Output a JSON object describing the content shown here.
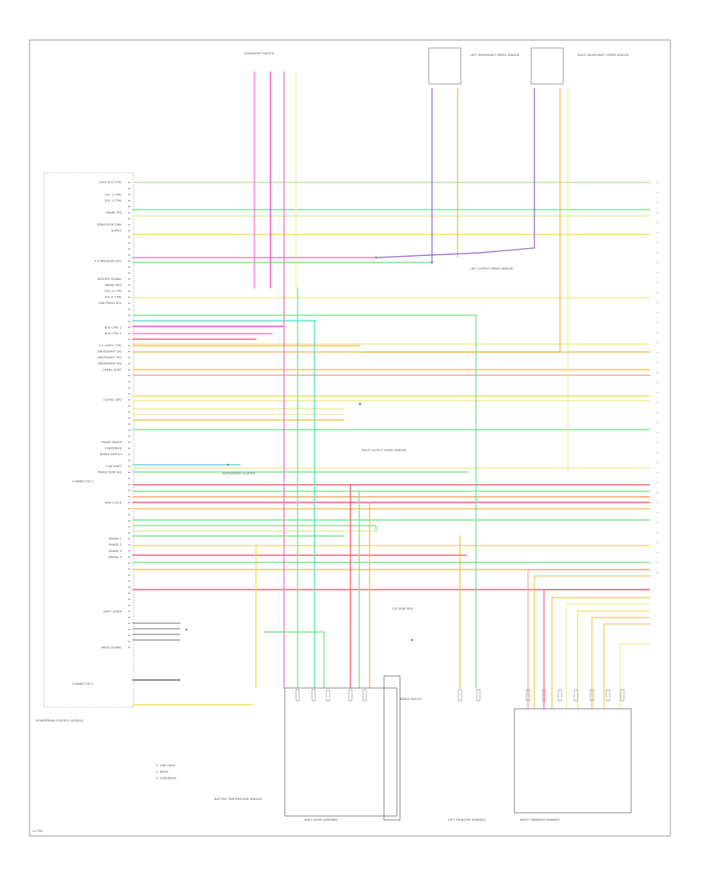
{
  "diagram": {
    "module_label": "POWERTRAIN CONTROL MODULE",
    "footer_code": "117765",
    "legend": [
      "1. LOW GEAR",
      "2. DRIVE",
      "3. OVERDRIVE"
    ],
    "components": {
      "left_driveshaft_sensor": "LEFT DRIVESHAFT SPEED SENSOR",
      "right_driveshaft_sensor": "RIGHT DRIVESHAFT SPEED SENSOR",
      "downshift_switch": "DOWNSHIFT SWITCH",
      "left_output_speed_sensor": "LEFT OUTPUT SPEED SENSOR",
      "right_output_speed_sensor": "RIGHT OUTPUT SPEED SENSOR",
      "battery_temp_sensor": "BATTERY TEMPERATURE SENSOR",
      "shift_lever_assembly": "SHIFT LEVER ASSEMBLY",
      "cd_gear_box": "C/D GEAR BOX",
      "brake_switch": "BRAKE SWITCH",
      "left_transfer_harness": "LEFT TRANSFER HARNESS",
      "right_transfer_harness": "RIGHT TRANSFER HARNESS",
      "tccs_connector_1": "CONNECTOR 1",
      "tccs_connector_2": "CONNECTOR 2",
      "cluster": "INSTRUMENT CLUSTER"
    },
    "pcm_pins": [
      "LOCK SOL CTRL",
      "",
      "SOL 1 CTRL",
      "SOL 2 CTRL",
      "",
      "BRAKE TPS",
      "",
      "SENSOR RETURN",
      "SUPPLY",
      "",
      "",
      "",
      "",
      "5 V PRESSURE SOL",
      "",
      "",
      "BATTERY SIGNAL",
      "BRAKE REQ",
      "SOL A CTRL",
      "SOL B CTRL",
      "LINE PRESS SOL",
      "",
      "",
      "",
      "BUS CTRL 1",
      "BUS CTRL 2",
      "",
      "5 V LEVEL CTRL",
      "DRIVESHAFT SIG",
      "DRIVESHAFT SIG",
      "DRIVESHAFT SIG",
      "TRANS SHIFT",
      "",
      "",
      "",
      "",
      "OUTPUT SPD",
      "",
      "",
      "",
      "",
      "",
      "",
      "TRANS RANGE",
      "OVERDRIVE",
      "BRAKE SWITCH",
      "",
      "LOW SHIFT",
      "TRANS TEMP SIG",
      "",
      "",
      "",
      "",
      "SHIFT LOCK",
      "",
      "",
      "",
      "",
      "",
      "RANGE 1",
      "RANGE 2",
      "RANGE 3",
      "RANGE 4",
      "",
      "",
      "",
      "",
      "",
      "",
      "",
      "",
      "SHIFT LEVER",
      "",
      "",
      "",
      "",
      "",
      "SPEED SIGNAL"
    ],
    "colors": {
      "green": "#7ee88e",
      "lightgreen": "#b4ee9a",
      "yellow": "#f4e05a",
      "paleyellow": "#f1ec9c",
      "gold": "#efc35c",
      "orange": "#f3a45f",
      "pink": "#f27ad5",
      "magenta": "#ee49d8",
      "red": "#f26174",
      "salmon": "#f3a892",
      "teal": "#5fe3c8",
      "cyan": "#69d6ee",
      "purple": "#9c77d2",
      "gray": "#a6a6a6",
      "dark": "#6c6c6c"
    }
  }
}
